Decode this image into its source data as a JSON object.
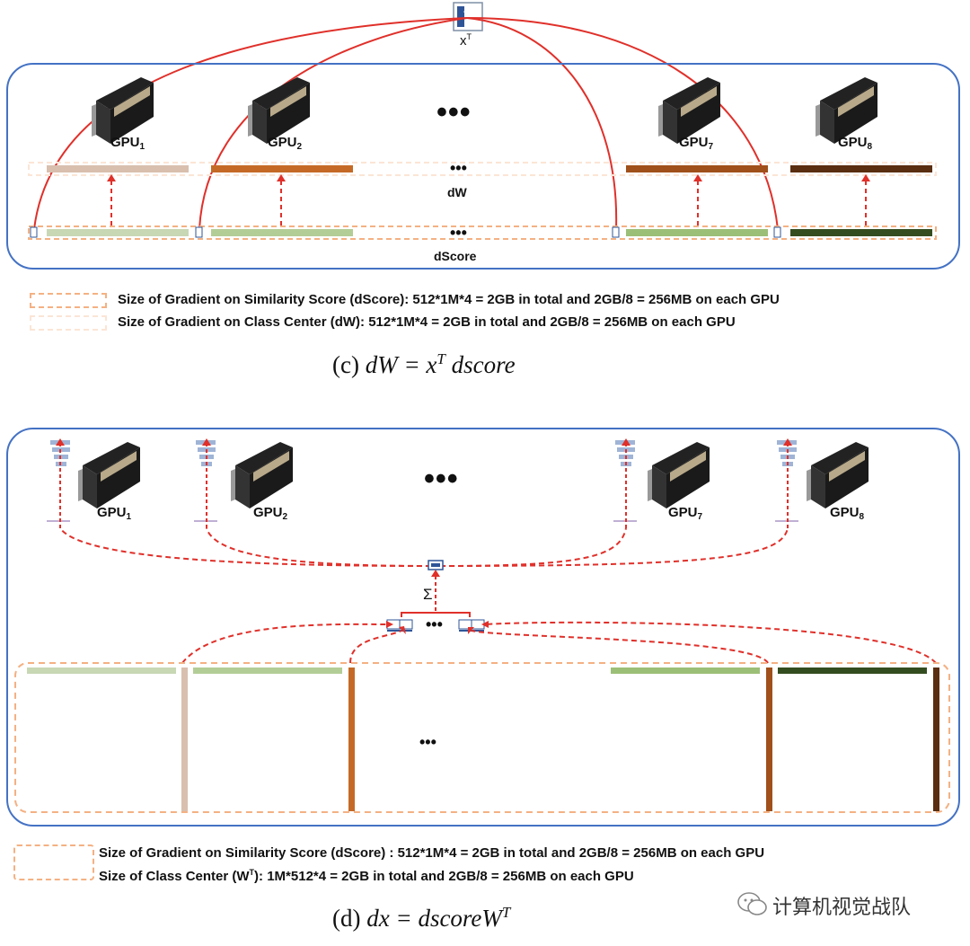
{
  "panel_c": {
    "xT_label": "x",
    "xT_sup": "T",
    "minus_symbol": "-",
    "gpus": [
      {
        "name": "GPU",
        "sub": "1"
      },
      {
        "name": "GPU",
        "sub": "2"
      },
      {
        "name": "GPU",
        "sub": "7"
      },
      {
        "name": "GPU",
        "sub": "8"
      }
    ],
    "ellipsis_big": "•••",
    "ellipsis_small": "•••",
    "dw_label": "dW",
    "dscore_label": "dScore",
    "legend": [
      "Size of Gradient on Similarity Score (dScore): 512*1M*4 = 2GB in total and 2GB/8 = 256MB on each GPU",
      "Size of Gradient on Class Center (dW): 512*1M*4 = 2GB in total and 2GB/8 = 256MB  on each GPU"
    ],
    "caption_prefix": "(c) ",
    "caption_formula": "dW = x",
    "caption_sup": "T",
    "caption_suffix": "dscore"
  },
  "panel_d": {
    "gpus": [
      {
        "name": "GPU",
        "sub": "1"
      },
      {
        "name": "GPU",
        "sub": "2"
      },
      {
        "name": "GPU",
        "sub": "7"
      },
      {
        "name": "GPU",
        "sub": "8"
      }
    ],
    "ellipsis_big": "•••",
    "ellipsis_mid": "•••",
    "ellipsis_small": "•••",
    "sum_symbol": "Σ",
    "legend": [
      "Size of Gradient on Similarity Score (dScore) : 512*1M*4 = 2GB in total and 2GB/8 = 256MB on each GPU",
      "Size of Class Center (W",
      "T",
      "): 1M*512*4 = 2GB in total and 2GB/8 = 256MB  on each GPU"
    ],
    "caption_prefix": "(d) ",
    "caption_formula": "dx = dscoreW",
    "caption_sup": "T"
  },
  "watermark": "计算机视觉战队",
  "colors": {
    "border": "#4472c4",
    "arrow": "#e0302a",
    "dash": "#f4b183",
    "dash_light": "#fbe5d6"
  }
}
